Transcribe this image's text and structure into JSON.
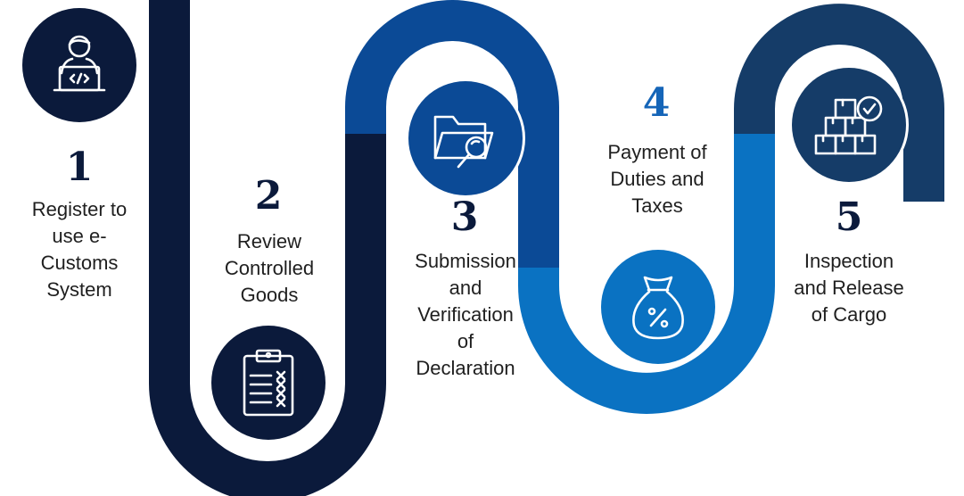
{
  "colors": {
    "navy": "#0b1a3b",
    "blue": "#0b4a96",
    "bright_blue": "#0a72c2",
    "dark_slate_blue": "#153c68",
    "number_blue": "#1565b8"
  },
  "steps": [
    {
      "number": "1",
      "label_lines": [
        "Register to",
        "use e-",
        "Customs",
        "System"
      ],
      "icon": "person-laptop-code-icon",
      "color": "#0b1a3b"
    },
    {
      "number": "2",
      "label_lines": [
        "Review",
        "Controlled",
        "Goods"
      ],
      "icon": "clipboard-checklist-icon",
      "color": "#0b1a3b"
    },
    {
      "number": "3",
      "label_lines": [
        "Submission",
        "and",
        "Verification",
        "of",
        "Declaration"
      ],
      "icon": "folder-search-icon",
      "color": "#0b4a96"
    },
    {
      "number": "4",
      "label_lines": [
        "Payment of",
        "Duties and",
        "Taxes"
      ],
      "icon": "money-bag-percent-icon",
      "color": "#0a72c2"
    },
    {
      "number": "5",
      "label_lines": [
        "Inspection",
        "and Release",
        "of Cargo"
      ],
      "icon": "boxes-checkmark-icon",
      "color": "#153c68"
    }
  ]
}
